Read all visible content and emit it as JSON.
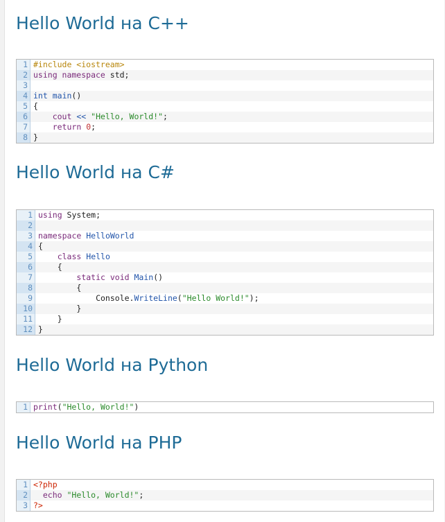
{
  "sections": [
    {
      "title": "Hello World на C++",
      "lines": [
        [
          {
            "c": "pre",
            "t": "#include <iostream>"
          }
        ],
        [
          {
            "c": "kw",
            "t": "using namespace"
          },
          {
            "c": "pl",
            "t": " std;"
          }
        ],
        [],
        [
          {
            "c": "type",
            "t": "int"
          },
          {
            "c": "pl",
            "t": " "
          },
          {
            "c": "fn",
            "t": "main"
          },
          {
            "c": "pl",
            "t": "()"
          }
        ],
        [
          {
            "c": "pl",
            "t": "{"
          }
        ],
        [
          {
            "c": "pl",
            "t": "    "
          },
          {
            "c": "kw",
            "t": "cout"
          },
          {
            "c": "pl",
            "t": " "
          },
          {
            "c": "op",
            "t": "<<"
          },
          {
            "c": "pl",
            "t": " "
          },
          {
            "c": "str",
            "t": "\"Hello, World!\""
          },
          {
            "c": "pl",
            "t": ";"
          }
        ],
        [
          {
            "c": "pl",
            "t": "    "
          },
          {
            "c": "kw",
            "t": "return"
          },
          {
            "c": "pl",
            "t": " "
          },
          {
            "c": "num",
            "t": "0"
          },
          {
            "c": "pl",
            "t": ";"
          }
        ],
        [
          {
            "c": "pl",
            "t": "}"
          }
        ]
      ]
    },
    {
      "title": "Hello World на C#",
      "lines": [
        [
          {
            "c": "kw",
            "t": "using"
          },
          {
            "c": "pl",
            "t": " System;"
          }
        ],
        [],
        [
          {
            "c": "kw",
            "t": "namespace"
          },
          {
            "c": "pl",
            "t": " "
          },
          {
            "c": "type",
            "t": "HelloWorld"
          }
        ],
        [
          {
            "c": "pl",
            "t": "{"
          }
        ],
        [
          {
            "c": "pl",
            "t": "    "
          },
          {
            "c": "kw",
            "t": "class"
          },
          {
            "c": "pl",
            "t": " "
          },
          {
            "c": "type",
            "t": "Hello"
          }
        ],
        [
          {
            "c": "pl",
            "t": "    {"
          }
        ],
        [
          {
            "c": "pl",
            "t": "        "
          },
          {
            "c": "kw",
            "t": "static void"
          },
          {
            "c": "pl",
            "t": " "
          },
          {
            "c": "fn",
            "t": "Main"
          },
          {
            "c": "pl",
            "t": "()"
          }
        ],
        [
          {
            "c": "pl",
            "t": "        {"
          }
        ],
        [
          {
            "c": "pl",
            "t": "            Console."
          },
          {
            "c": "fn",
            "t": "WriteLine"
          },
          {
            "c": "pl",
            "t": "("
          },
          {
            "c": "str",
            "t": "\"Hello World!\""
          },
          {
            "c": "pl",
            "t": ");"
          }
        ],
        [
          {
            "c": "pl",
            "t": "        }"
          }
        ],
        [
          {
            "c": "pl",
            "t": "    }"
          }
        ],
        [
          {
            "c": "pl",
            "t": "}"
          }
        ]
      ]
    },
    {
      "title": "Hello World на Python",
      "lines": [
        [
          {
            "c": "kw",
            "t": "print"
          },
          {
            "c": "pl",
            "t": "("
          },
          {
            "c": "str",
            "t": "\"Hello, World!\""
          },
          {
            "c": "pl",
            "t": ")"
          }
        ]
      ]
    },
    {
      "title": "Hello World на PHP",
      "lines": [
        [
          {
            "c": "php",
            "t": "<?php"
          }
        ],
        [
          {
            "c": "pl",
            "t": "  "
          },
          {
            "c": "kw",
            "t": "echo"
          },
          {
            "c": "pl",
            "t": " "
          },
          {
            "c": "str",
            "t": "\"Hello, World!\""
          },
          {
            "c": "pl",
            "t": ";"
          }
        ],
        [
          {
            "c": "php",
            "t": "?>"
          }
        ]
      ]
    }
  ]
}
